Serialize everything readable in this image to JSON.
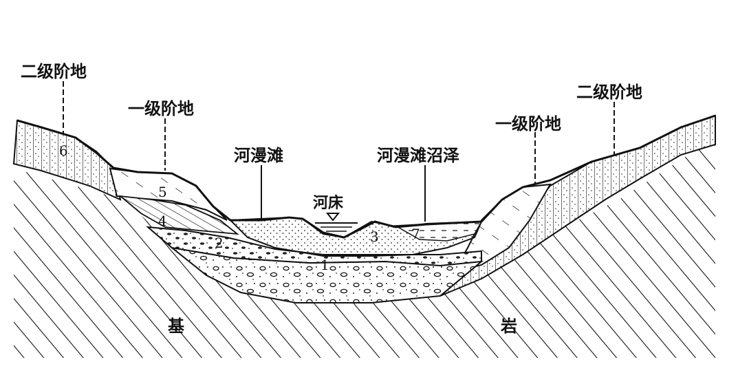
{
  "labels": {
    "terrace2_left": "二级阶地",
    "terrace1_left": "一级阶地",
    "floodplain": "河漫滩",
    "riverbed": "河床",
    "floodplain_swamp": "河漫滩沼泽",
    "terrace1_right": "一级阶地",
    "terrace2_right": "二级阶地",
    "bedrock_left": "基",
    "bedrock_right": "岩"
  },
  "layers": {
    "l1": "1",
    "l2": "2",
    "l3": "3",
    "l4": "4",
    "l5": "5",
    "l6": "6",
    "l7": "7"
  }
}
